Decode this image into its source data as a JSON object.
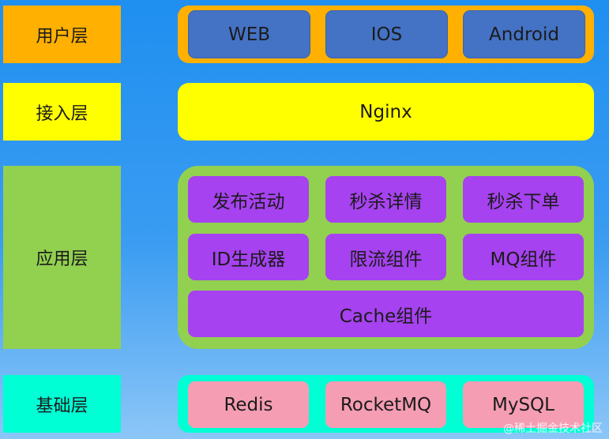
{
  "layers": {
    "user": {
      "label": "用户层",
      "items": [
        "WEB",
        "IOS",
        "Android"
      ]
    },
    "access": {
      "label": "接入层",
      "item": "Nginx"
    },
    "app": {
      "label": "应用层",
      "row1": [
        "发布活动",
        "秒杀详情",
        "秒杀下单"
      ],
      "row2": [
        "ID生成器",
        "限流组件",
        "MQ组件"
      ],
      "row3": "Cache组件"
    },
    "base": {
      "label": "基础层",
      "items": [
        "Redis",
        "RocketMQ",
        "MySQL"
      ]
    }
  },
  "watermark": "@稀土掘金技术社区",
  "colors": {
    "user_layer": "#ffb000",
    "access_layer": "#ffff00",
    "app_layer": "#92d050",
    "base_layer": "#00ffd5",
    "user_box": "#4472c4",
    "app_box": "#a642ef",
    "base_box": "#f59db3"
  }
}
